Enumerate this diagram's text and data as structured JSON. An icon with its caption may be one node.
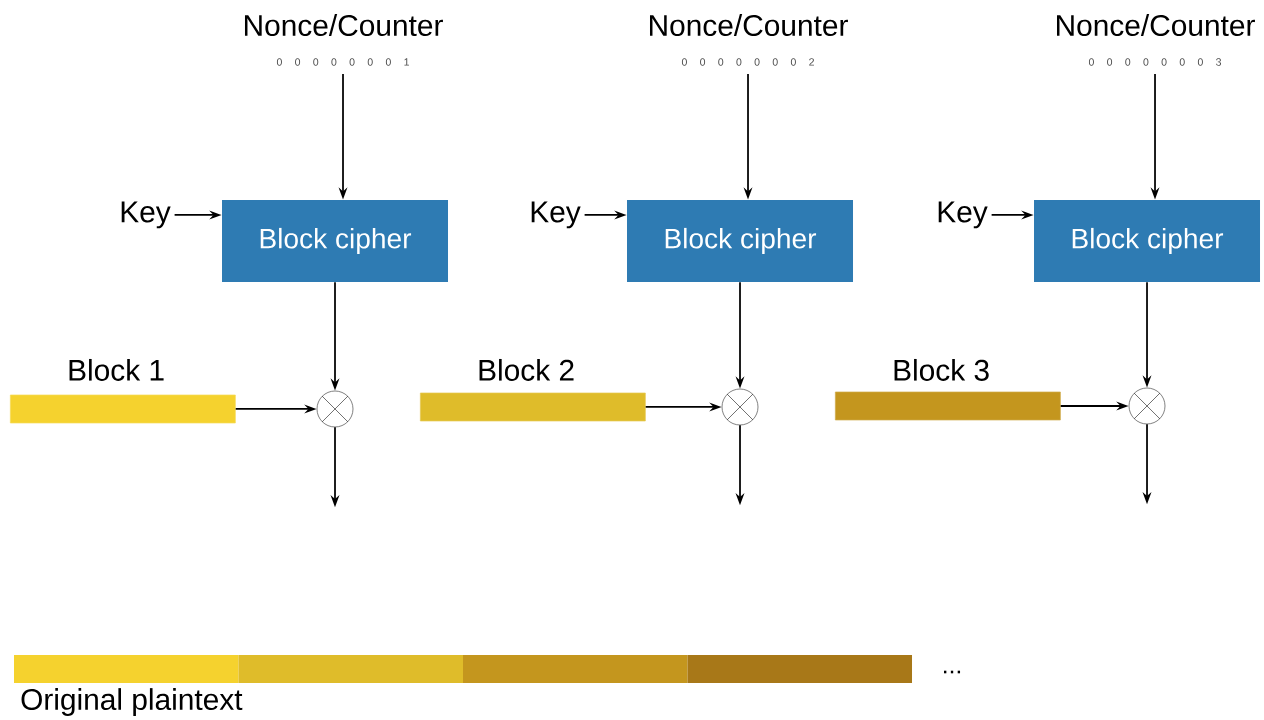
{
  "diagram": {
    "nodes": [
      {
        "text": [
          "Nonce/Counter",
          "0 0 0 0 0 0 0 1"
        ]
      },
      {
        "text": [
          "Key"
        ]
      },
      {
        "text": [
          "Block cipher"
        ]
      },
      {
        "text": [
          "Block 1"
        ]
      },
      {
        "text": [],
        "shape": "circle"
      },
      {
        "text": [
          "Nonce/Counter",
          "0 0 0 0 0 0 0 2"
        ]
      },
      {
        "text": [
          "Key"
        ]
      },
      {
        "text": [
          "Block cipher"
        ]
      },
      {
        "text": [
          "Block 2"
        ]
      },
      {
        "text": [],
        "shape": "circle"
      },
      {
        "text": [
          "Nonce/Counter",
          "0 0 0 0 0 0 0 3"
        ]
      },
      {
        "text": [
          "Key"
        ]
      },
      {
        "text": [
          "Block cipher"
        ]
      },
      {
        "text": [
          "Block 3"
        ]
      },
      {
        "text": [],
        "shape": "circle"
      },
      {
        "text": [
          "Original plaintext"
        ]
      }
    ],
    "edges": [
      {
        "from": 0,
        "to": 2,
        "arrow": "to"
      },
      {
        "from": 1,
        "to": 2,
        "arrow": "to"
      },
      {
        "from": 2,
        "to": 4,
        "arrow": "to"
      },
      {
        "from": 3,
        "to": 4,
        "arrow": "to"
      },
      {
        "from": 4,
        "to": null,
        "arrow": "to"
      },
      {
        "from": 5,
        "to": 7,
        "arrow": "to"
      },
      {
        "from": 6,
        "to": 7,
        "arrow": "to"
      },
      {
        "from": 7,
        "to": 9,
        "arrow": "to"
      },
      {
        "from": 8,
        "to": 9,
        "arrow": "to"
      },
      {
        "from": 9,
        "to": null,
        "arrow": "to"
      },
      {
        "from": 10,
        "to": 12,
        "arrow": "to"
      },
      {
        "from": 11,
        "to": 12,
        "arrow": "to"
      },
      {
        "from": 12,
        "to": 14,
        "arrow": "to"
      },
      {
        "from": 13,
        "to": 14,
        "arrow": "to"
      },
      {
        "from": 14,
        "to": null,
        "arrow": "to"
      }
    ],
    "labels": [
      "..."
    ]
  }
}
